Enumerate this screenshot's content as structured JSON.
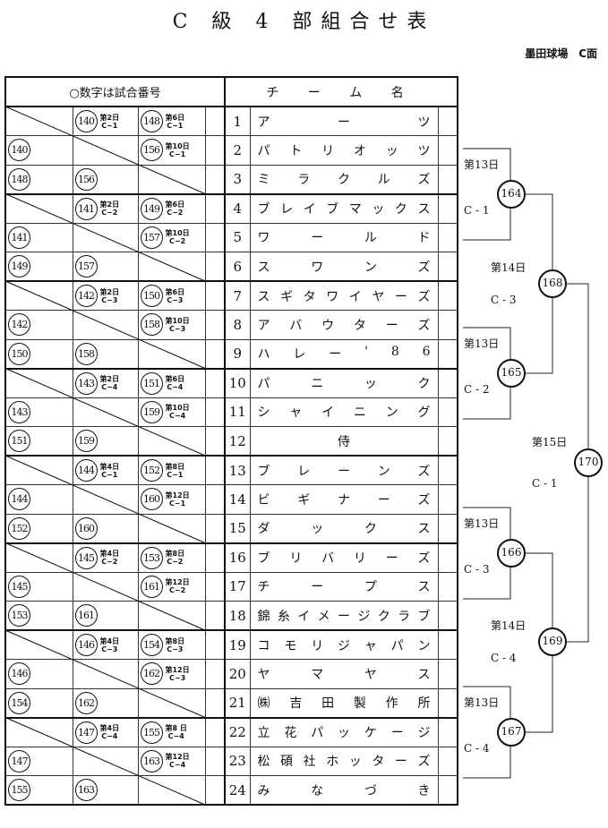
{
  "title": "C 級 4 部組合せ表",
  "venue": "墨田球場　C面",
  "header": {
    "match_note": "○数字は試合番号",
    "team_name": "チ ー ム 名"
  },
  "groups": [
    {
      "matches": {
        "ab": {
          "no": "140",
          "day": "第2日",
          "court": "C−1"
        },
        "ac": {
          "no": "148",
          "day": "第6日",
          "court": "C−1"
        },
        "bc": {
          "no": "156",
          "day": "第10日",
          "court": "C−1"
        }
      }
    },
    {
      "matches": {
        "ab": {
          "no": "141",
          "day": "第2日",
          "court": "C−2"
        },
        "ac": {
          "no": "149",
          "day": "第6日",
          "court": "C−2"
        },
        "bc": {
          "no": "157",
          "day": "第10日",
          "court": "C−2"
        }
      }
    },
    {
      "matches": {
        "ab": {
          "no": "142",
          "day": "第2日",
          "court": "C−3"
        },
        "ac": {
          "no": "150",
          "day": "第6日",
          "court": "C−3"
        },
        "bc": {
          "no": "158",
          "day": "第10日",
          "court": "C−3"
        }
      }
    },
    {
      "matches": {
        "ab": {
          "no": "143",
          "day": "第2日",
          "court": "C−4"
        },
        "ac": {
          "no": "151",
          "day": "第6日",
          "court": "C−4"
        },
        "bc": {
          "no": "159",
          "day": "第10日",
          "court": "C−4"
        }
      }
    },
    {
      "matches": {
        "ab": {
          "no": "144",
          "day": "第4日",
          "court": "C−1"
        },
        "ac": {
          "no": "152",
          "day": "第8日",
          "court": "C−1"
        },
        "bc": {
          "no": "160",
          "day": "第12日",
          "court": "C−1"
        }
      }
    },
    {
      "matches": {
        "ab": {
          "no": "145",
          "day": "第4日",
          "court": "C−2"
        },
        "ac": {
          "no": "153",
          "day": "第8日",
          "court": "C−2"
        },
        "bc": {
          "no": "161",
          "day": "第12日",
          "court": "C−2"
        }
      }
    },
    {
      "matches": {
        "ab": {
          "no": "146",
          "day": "第4日",
          "court": "C−3"
        },
        "ac": {
          "no": "154",
          "day": "第8日",
          "court": "C−3"
        },
        "bc": {
          "no": "162",
          "day": "第12日",
          "court": "C−3"
        }
      }
    },
    {
      "matches": {
        "ab": {
          "no": "147",
          "day": "第4日",
          "court": "C−4"
        },
        "ac": {
          "no": "155",
          "day": "第8 日",
          "court": "C−4"
        },
        "bc": {
          "no": "163",
          "day": "第12日",
          "court": "C−4"
        }
      }
    }
  ],
  "teams": [
    {
      "num": "1",
      "name": [
        "ア",
        "ー",
        "ツ"
      ]
    },
    {
      "num": "2",
      "name": [
        "パ",
        "ト",
        "リ",
        "オ",
        "ッ",
        "ツ"
      ]
    },
    {
      "num": "3",
      "name": [
        "ミ",
        "ラ",
        "ク",
        "ル",
        "ズ"
      ]
    },
    {
      "num": "4",
      "name": [
        "ブ",
        "レ",
        "イ",
        "ブ",
        "マ",
        "ッ",
        "ク",
        "ス"
      ]
    },
    {
      "num": "5",
      "name": [
        "ワ",
        "ー",
        "ル",
        "ド"
      ]
    },
    {
      "num": "6",
      "name": [
        "ス",
        "ワ",
        "ン",
        "ズ"
      ]
    },
    {
      "num": "7",
      "name": [
        "ス",
        "ギ",
        "タ",
        "ワ",
        "イ",
        "ヤ",
        "ー",
        "ズ"
      ]
    },
    {
      "num": "8",
      "name": [
        "ア",
        "バ",
        "ウ",
        "タ",
        "ー",
        "ズ"
      ]
    },
    {
      "num": "9",
      "name": [
        "ハ",
        "レ",
        "ー",
        "'",
        "8",
        "6"
      ]
    },
    {
      "num": "10",
      "name": [
        "パ",
        "ニ",
        "ッ",
        "ク"
      ]
    },
    {
      "num": "11",
      "name": [
        "シ",
        "ャ",
        "イ",
        "ニ",
        "ン",
        "グ"
      ]
    },
    {
      "num": "12",
      "name": [
        "侍"
      ]
    },
    {
      "num": "13",
      "name": [
        "ブ",
        "レ",
        "ー",
        "ン",
        "ズ"
      ]
    },
    {
      "num": "14",
      "name": [
        "ビ",
        "ギ",
        "ナ",
        "ー",
        "ズ"
      ]
    },
    {
      "num": "15",
      "name": [
        "ダ",
        "ッ",
        "ク",
        "ス"
      ]
    },
    {
      "num": "16",
      "name": [
        "ブ",
        "リ",
        "バ",
        "リ",
        "ー",
        "ズ"
      ]
    },
    {
      "num": "17",
      "name": [
        "チ",
        "ー",
        "プ",
        "ス"
      ]
    },
    {
      "num": "18",
      "name": [
        "錦",
        "糸",
        "イ",
        "メ",
        "ー",
        "ジ",
        "ク",
        "ラ",
        "ブ"
      ]
    },
    {
      "num": "19",
      "name": [
        "コ",
        "モ",
        "リ",
        "ジ",
        "ャ",
        "パ",
        "ン"
      ]
    },
    {
      "num": "20",
      "name": [
        "ヤ",
        "マ",
        "ヤ",
        "ス"
      ]
    },
    {
      "num": "21",
      "name": [
        "㈱",
        "吉",
        "田",
        "製",
        "作",
        "所"
      ]
    },
    {
      "num": "22",
      "name": [
        "立",
        "花",
        "パ",
        "ッ",
        "ケ",
        "ー",
        "ジ"
      ]
    },
    {
      "num": "23",
      "name": [
        "松",
        "碩",
        "社",
        "ホ",
        "ッ",
        "タ",
        "ー",
        "ズ"
      ]
    },
    {
      "num": "24",
      "name": [
        "み",
        "な",
        "づ",
        "き"
      ]
    }
  ],
  "bracket": {
    "round1": [
      {
        "no": "164",
        "day": "第13日",
        "court": "C - 1"
      },
      {
        "no": "165",
        "day": "第13日",
        "court": "C - 2"
      },
      {
        "no": "166",
        "day": "第13日",
        "court": "C - 3"
      },
      {
        "no": "167",
        "day": "第13日",
        "court": "C - 4"
      }
    ],
    "round2": [
      {
        "no": "168",
        "day": "第14日",
        "court": "C - 3"
      },
      {
        "no": "169",
        "day": "第14日",
        "court": "C - 4"
      }
    ],
    "final": {
      "no": "170",
      "day": "第15日",
      "court": "C - 1"
    }
  }
}
